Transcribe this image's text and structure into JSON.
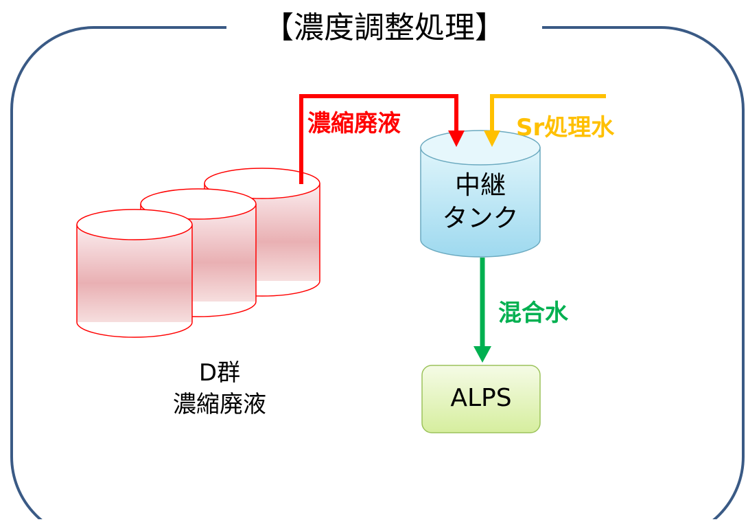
{
  "title": "【濃度調整処理】",
  "colors": {
    "frame": "#3a5a85",
    "concentrated_waste_arrow": "#ff0000",
    "sr_water_arrow": "#ffc000",
    "mixed_water_arrow": "#00b050",
    "storage_tanks_stroke": "#ff0000",
    "relay_tank_fill": "#bfeaf7",
    "alps_fill": "#e6f5c6"
  },
  "flows": {
    "concentrated_waste": "濃縮廃液",
    "sr_treated_water": "Sr処理水",
    "mixed_water": "混合水"
  },
  "relay_tank": {
    "line1": "中継",
    "line2": "タンク"
  },
  "storage_tanks": {
    "line1": "D群",
    "line2": "濃縮廃液"
  },
  "alps": {
    "label": "ALPS"
  }
}
